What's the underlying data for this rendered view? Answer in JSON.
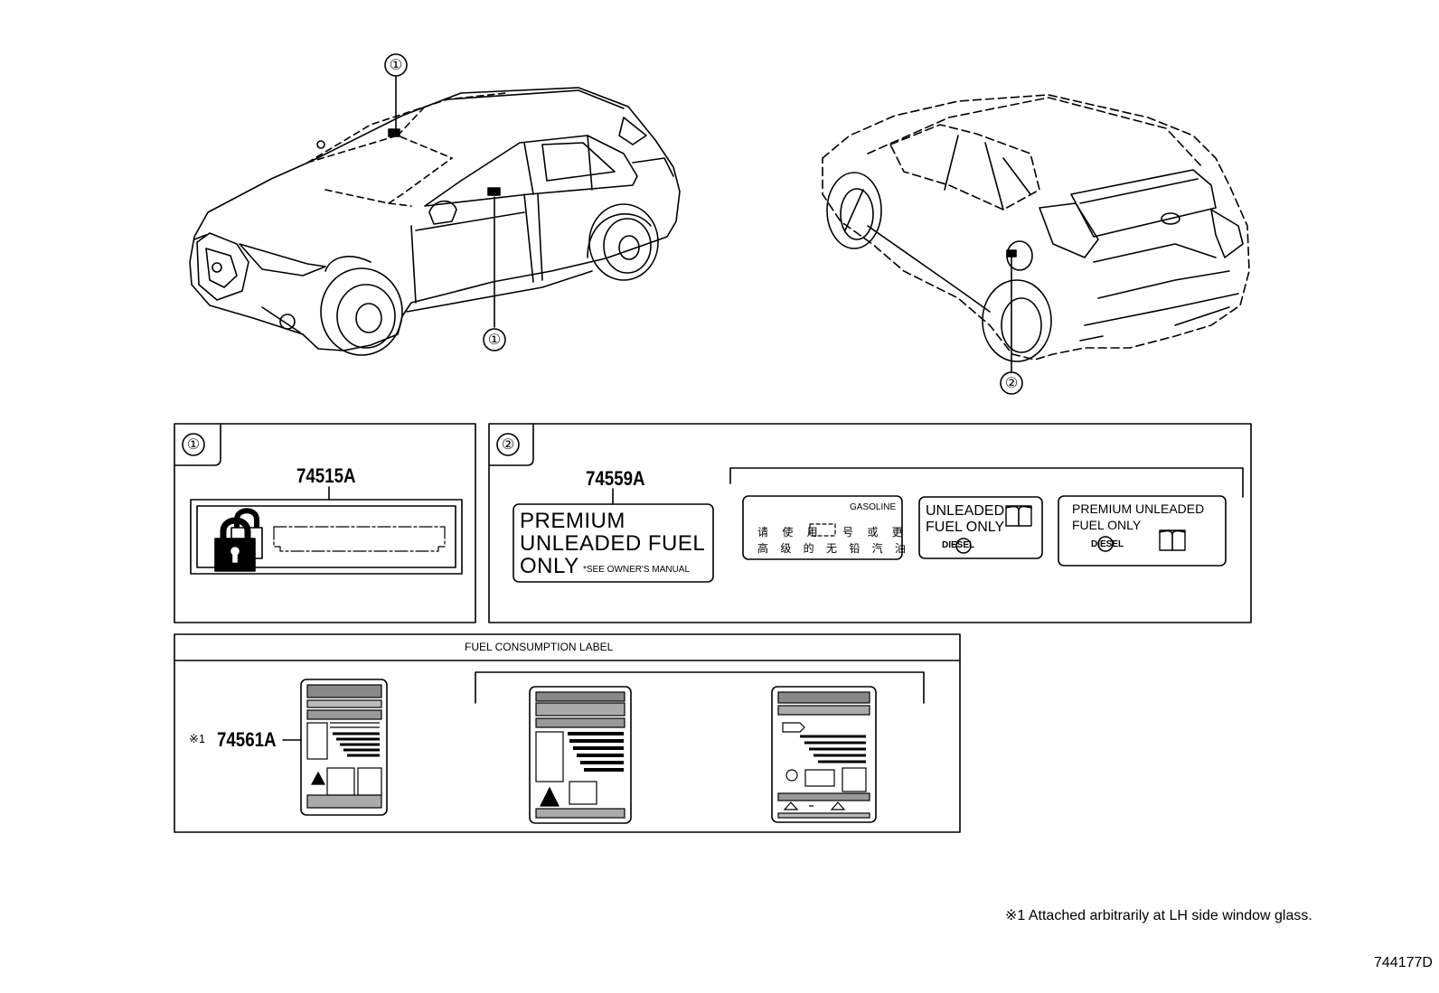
{
  "callouts": {
    "one": "①",
    "two": "②"
  },
  "panel1": {
    "tag": "①",
    "part": "74515A"
  },
  "panel2": {
    "tag": "②",
    "part": "74559A",
    "main_label": {
      "line1": "PREMIUM",
      "line2": "UNLEADED FUEL",
      "line3": "ONLY",
      "note": "*SEE OWNER'S MANUAL"
    },
    "alt_a": {
      "top": "GASOLINE",
      "row1": "请 使 用",
      "row1b": "号 或 更",
      "row2": "高 级 的 无 铅 汽 油"
    },
    "alt_b": {
      "line1": "UNLEADED",
      "line2": "FUEL ONLY",
      "stamp": "DIESEL"
    },
    "alt_c": {
      "line1": "PREMIUM  UNLEADED",
      "line2": "FUEL ONLY",
      "stamp": "DIESEL"
    }
  },
  "panel3": {
    "title": "FUEL CONSUMPTION LABEL",
    "mark": "※1",
    "part": "74561A"
  },
  "footnote": "※1  Attached arbitrarily at LH side window glass.",
  "diagram_id": "744177D"
}
